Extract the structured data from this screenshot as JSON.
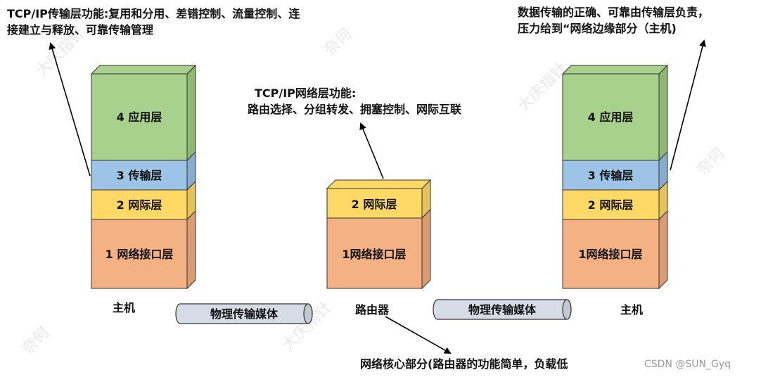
{
  "notes": {
    "tl_line1": "TCP/IP传输层功能:复用和分用、差错控制、流量控制、连",
    "tl_line2": "接建立与释放、可靠传输管理",
    "tr_line1": "数据传输的正确、可靠由传输层负责，",
    "tr_line2": "压力给到“网络边缘部分（主机)",
    "mid_line1": "TCP/IP网络层功能:",
    "mid_line2": "路由选择、分组转发、拥塞控制、网际互联",
    "bottom": "网络核心部分(路由器的功能简单，负载低"
  },
  "left_host": {
    "label": "主机",
    "layers": [
      "4 应用层",
      "3  传输层",
      "2  网际层",
      "1 网络接口层"
    ]
  },
  "router": {
    "label": "路由器",
    "layers": [
      "2  网际层",
      "1网络接口层"
    ]
  },
  "right_host": {
    "label": "主机",
    "layers": [
      "4 应用层",
      "3  传输层",
      "2  网际层",
      "1网络接口层"
    ]
  },
  "media": {
    "left": "物理传输媒体",
    "right": "物理传输媒体"
  },
  "watermarks": [
    "大庆指针",
    "奈何"
  ],
  "credit": "CSDN @SUN_Gyq",
  "colors": {
    "application": "#a9d18e",
    "transport": "#9dc3e6",
    "internet": "#ffd966",
    "link": "#f4b183",
    "side_shade": "#c9c9c9",
    "media_fill": "#d6dce5"
  }
}
